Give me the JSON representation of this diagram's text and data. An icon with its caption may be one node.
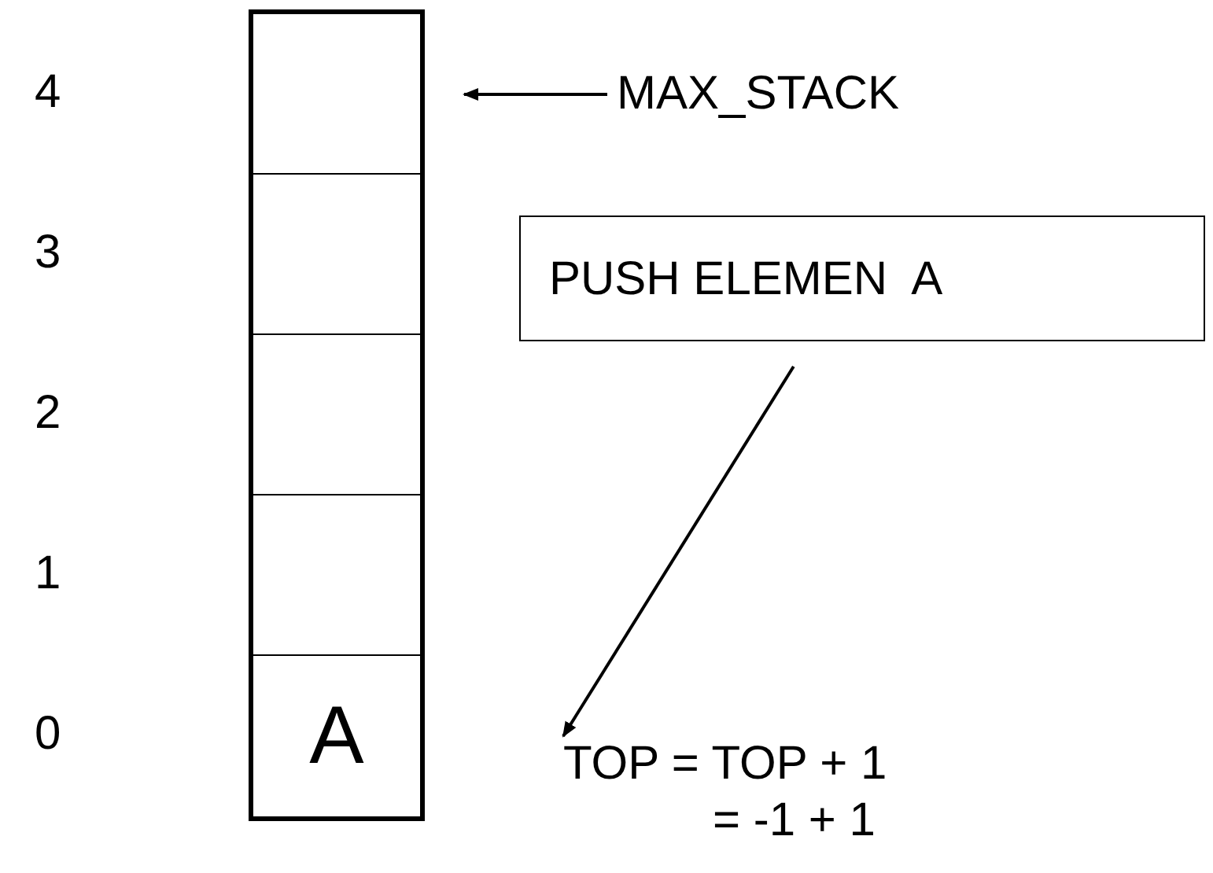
{
  "diagram": {
    "nodes": [
      {
        "text": [],
        "shape": "box"
      },
      {
        "text": [],
        "shape": "box",
        "in": 0
      },
      {
        "text": [],
        "shape": "box",
        "in": 0
      },
      {
        "text": [],
        "shape": "box",
        "in": 0
      },
      {
        "text": [],
        "shape": "box",
        "in": 0
      },
      {
        "text": [
          "A"
        ],
        "in": 0
      },
      {
        "text": [
          "MAX_STACK"
        ]
      },
      {
        "text": [
          "PUSH ELEMEN  A"
        ]
      },
      {
        "text": [
          "TOP = TOP + 1",
          "= -1 + 1"
        ]
      }
    ],
    "edges": [
      {
        "from": 6,
        "to": 1,
        "arrow": "to"
      },
      {
        "from": 7,
        "to": 8,
        "arrow": "to"
      }
    ],
    "labels": [
      "4",
      "3",
      "2",
      "1",
      "0"
    ]
  }
}
